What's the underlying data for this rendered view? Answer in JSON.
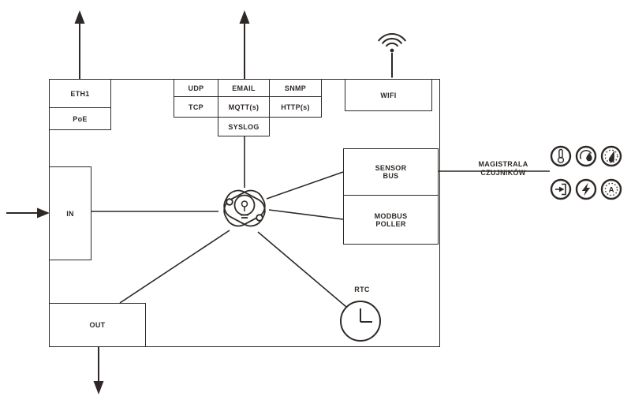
{
  "diagram_title": "device-architecture-block-diagram",
  "colors": {
    "ink": "#2e2926",
    "background": "#ffffff"
  },
  "blocks": {
    "eth1": "ETH1",
    "poe": "PoE",
    "udp": "UDP",
    "tcp": "TCP",
    "email": "EMAIL",
    "mqtt": "MQTT(s)",
    "syslog": "SYSLOG",
    "snmp": "SNMP",
    "http": "HTTP(s)",
    "wifi": "WIFI",
    "sensor_bus": {
      "line1": "SENSOR",
      "line2": "BUS"
    },
    "modbus_poller": {
      "line1": "MODBUS",
      "line2": "POLLER"
    },
    "input": "IN",
    "output": "OUT"
  },
  "annotations": {
    "rtc": "RTC",
    "external_bus": {
      "line1": "MAGISTRALA",
      "line2": "CZUJNIKÓW"
    },
    "current_icon_letter": "A"
  },
  "icons": {
    "center": "smart-logic-bulb-orbit-icon",
    "wifi": "wifi-signal-icon",
    "rtc": "clock-icon",
    "sensors": [
      "temperature-thermometer-icon",
      "humidity-gauge-droplet-icon",
      "pressure-gauge-icon",
      "digital-input-arrow-icon",
      "voltage-lightning-icon",
      "current-ammeter-icon"
    ]
  }
}
